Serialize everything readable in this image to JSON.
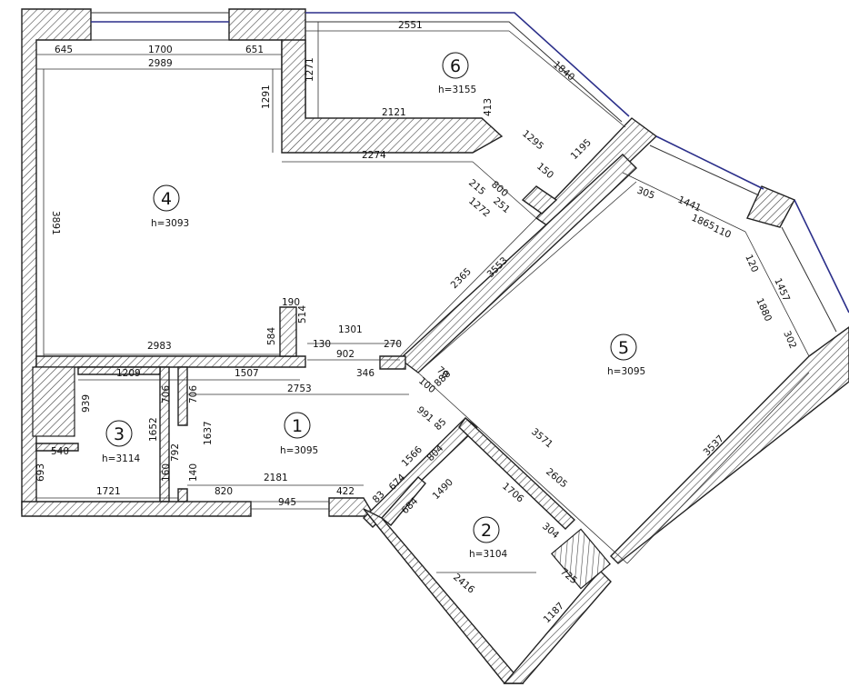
{
  "rooms": [
    {
      "id": "1",
      "number": "1",
      "height": "h=3095"
    },
    {
      "id": "2",
      "number": "2",
      "height": "h=3104"
    },
    {
      "id": "3",
      "number": "3",
      "height": "h=3114"
    },
    {
      "id": "4",
      "number": "4",
      "height": "h=3093"
    },
    {
      "id": "5",
      "number": "5",
      "height": "h=3095"
    },
    {
      "id": "6",
      "number": "6",
      "height": "h=3155"
    }
  ],
  "dimensions": [
    "2551",
    "645",
    "1700",
    "651",
    "2989",
    "1271",
    "1291",
    "1840",
    "2121",
    "413",
    "1295",
    "1195",
    "150",
    "2274",
    "800",
    "215",
    "251",
    "1272",
    "3891",
    "305",
    "1441",
    "1865",
    "110",
    "120",
    "1457",
    "2365",
    "3553",
    "1880",
    "302",
    "190",
    "514",
    "584",
    "1301",
    "130",
    "902",
    "270",
    "2983",
    "346",
    "1209",
    "1507",
    "70",
    "888",
    "100",
    "939",
    "706",
    "706",
    "2753",
    "991",
    "85",
    "1652",
    "1637",
    "804",
    "1566",
    "792",
    "3571",
    "540",
    "3537",
    "693",
    "160",
    "140",
    "674",
    "1490",
    "1706",
    "2605",
    "2181",
    "1721",
    "820",
    "945",
    "422",
    "83",
    "684",
    "304",
    "725",
    "2416",
    "1187"
  ]
}
